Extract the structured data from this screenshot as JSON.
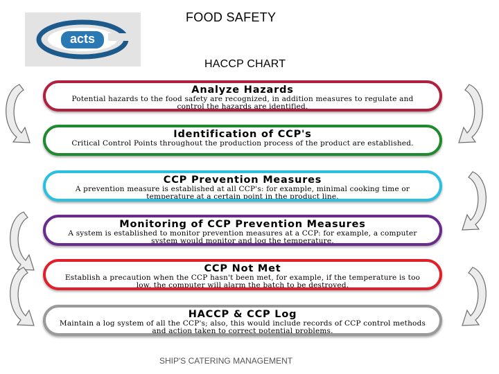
{
  "slide": {
    "title": "FOOD SAFETY",
    "chart_title": "HACCP CHART",
    "footer": "SHIP'S CATERING MANAGEMENT"
  },
  "logo": {
    "text": "acts",
    "colors": {
      "ring": "#1d5a8c",
      "panel": "#e3e3e3",
      "badge": "#2a78b4"
    }
  },
  "steps": [
    {
      "heading": "Analyze Hazards",
      "description": "Potential hazards to the food safety are recognized, in addition measures to regulate and control the hazards are identified.",
      "color": "#b0213f"
    },
    {
      "heading": "Identification of CCP's",
      "description": "Critical Control Points throughout the production process of the product are established.",
      "color": "#1f8a2e"
    },
    {
      "heading": "CCP Prevention Measures",
      "description": "A prevention measure is established at all CCP's: for example, minimal cooking time or temperature at a certain point in the product line.",
      "color": "#2bbfe0"
    },
    {
      "heading": "Monitoring of CCP Prevention Measures",
      "description": "A system is established to monitor prevention measures at a CCP: for example, a computer system would monitor and log the temperature.",
      "color": "#6a2c8c"
    },
    {
      "heading": "CCP Not Met",
      "description": "Establish a precaution when the CCP hasn't been met, for example, if the temperature is too low, the computer will alarm the batch to be destroyed.",
      "color": "#e01f2b"
    },
    {
      "heading": "HACCP & CCP Log",
      "description": "Maintain a log system of all the CCP's; also, this would include records of CCP control methods and action taken to correct potential problems.",
      "color": "#9a9a9a"
    }
  ]
}
